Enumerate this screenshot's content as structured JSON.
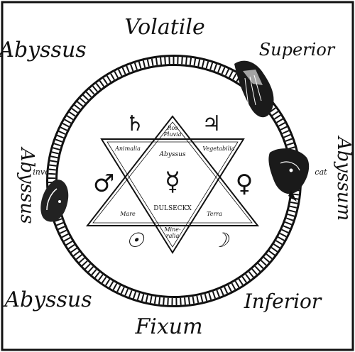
{
  "labels": {
    "top": "Volatile",
    "bottom": "Fixum",
    "top_left": "Abyssus",
    "top_right": "Superior",
    "bottom_left": "Abyssus",
    "bottom_right": "Inferior",
    "left_side": "Abyssus",
    "right_side": "Abyssum",
    "left_small": "invo",
    "right_small": "cat"
  },
  "hexagram": {
    "top_point_line1": "Ros",
    "top_point_line2": "Pluvia",
    "upper_left": "Animalia",
    "upper_right": "Vegetabilia",
    "center_upper": "Abyssus",
    "center_lower": "DULSECKX",
    "lower_left": "Mare",
    "lower_right": "Terra",
    "bottom_point_line1": "Mine-",
    "bottom_point_line2": "ralia"
  },
  "symbols": {
    "top_left": "♄",
    "top_right": "♃",
    "left": "♂",
    "right": "♀",
    "bottom_left": "☉",
    "bottom_right": "☽",
    "center": "☿"
  },
  "colors": {
    "ink": "#111111",
    "paper": "#ffffff"
  }
}
